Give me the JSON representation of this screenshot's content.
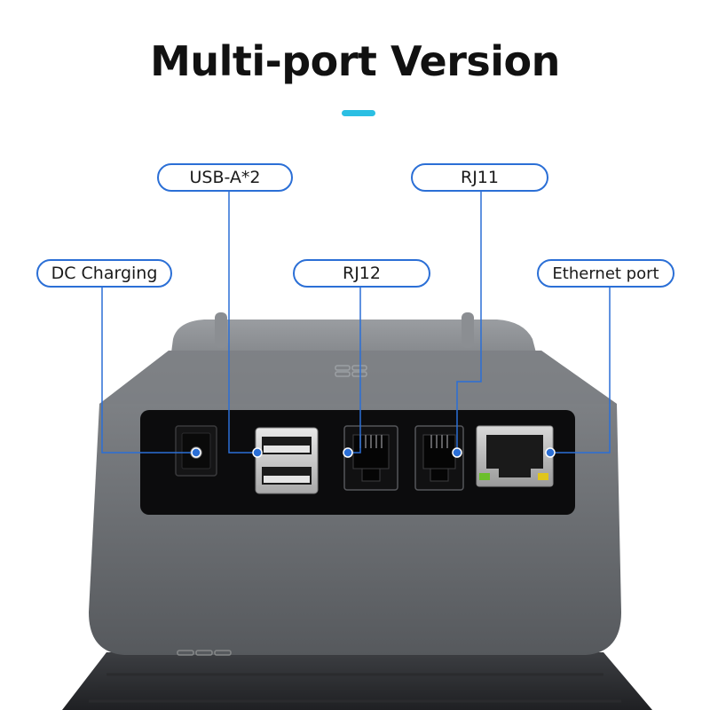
{
  "title": "Multi-port Version",
  "colors": {
    "accent": "#2bbfe3",
    "callout_border": "#2b6fd6",
    "leader_line": "#2b6fd6",
    "device_body": "#6f7276",
    "port_panel": "#0c0c0d"
  },
  "callouts": {
    "usb": "USB-A*2",
    "rj11": "RJ11",
    "dc": "DC Charging",
    "rj12": "RJ12",
    "ethernet": "Ethernet port"
  }
}
